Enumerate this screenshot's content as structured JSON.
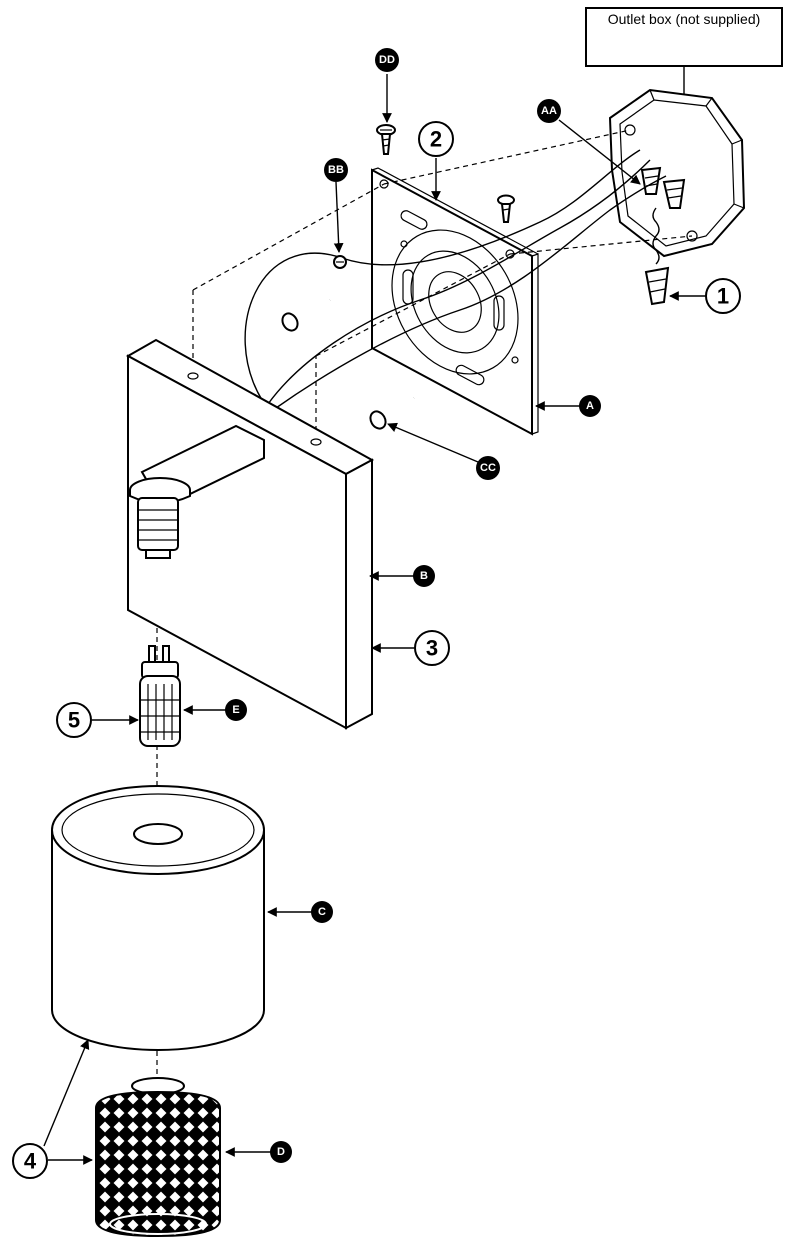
{
  "callout": {
    "outlet_box": "Outlet box (not supplied)"
  },
  "letters": {
    "A": "A",
    "B": "B",
    "C": "C",
    "D": "D",
    "E": "E",
    "AA": "AA",
    "BB": "BB",
    "CC": "CC",
    "DD": "DD"
  },
  "steps": {
    "s1": "1",
    "s2": "2",
    "s3": "3",
    "s4": "4",
    "s5": "5"
  }
}
